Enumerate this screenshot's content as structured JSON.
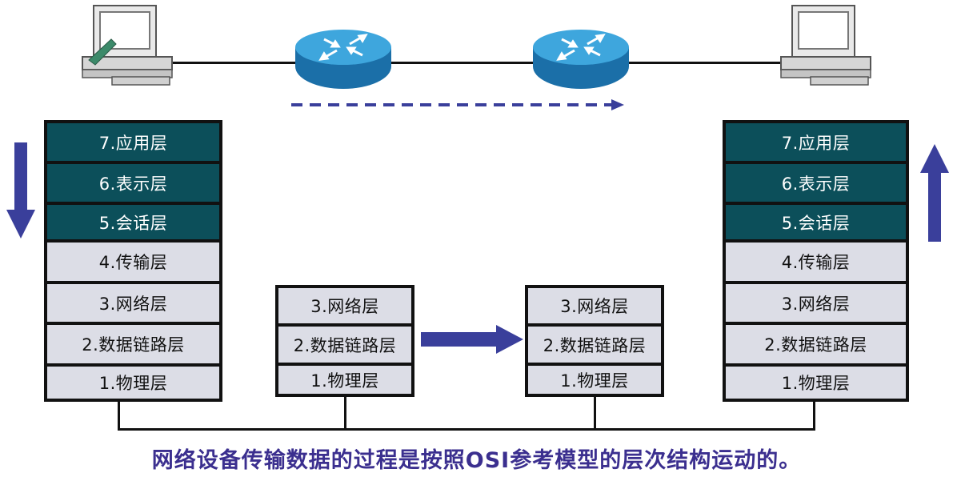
{
  "stacks": {
    "left_host": {
      "layers": [
        "7.应用层",
        "6.表示层",
        "5.会话层",
        "4.传输层",
        "3.网络层",
        "2.数据链路层",
        "1.物理层"
      ]
    },
    "router_a": {
      "layers": [
        "3.网络层",
        "2.数据链路层",
        "1.物理层"
      ]
    },
    "router_b": {
      "layers": [
        "3.网络层",
        "2.数据链路层",
        "1.物理层"
      ]
    },
    "right_host": {
      "layers": [
        "7.应用层",
        "6.表示层",
        "5.会话层",
        "4.传输层",
        "3.网络层",
        "2.数据链路层",
        "1.物理层"
      ]
    }
  },
  "caption": "网络设备传输数据的过程是按照OSI参考模型的层次结构运动的。",
  "icons": [
    "computer-icon",
    "router-icon",
    "router-icon",
    "computer-icon"
  ],
  "colors": {
    "upper_layer_fill": "#0c4f5a",
    "lower_layer_fill": "#dcdde6",
    "arrow": "#3a3f9b",
    "router": "#2a8fc8",
    "caption": "#3b2f8f"
  }
}
